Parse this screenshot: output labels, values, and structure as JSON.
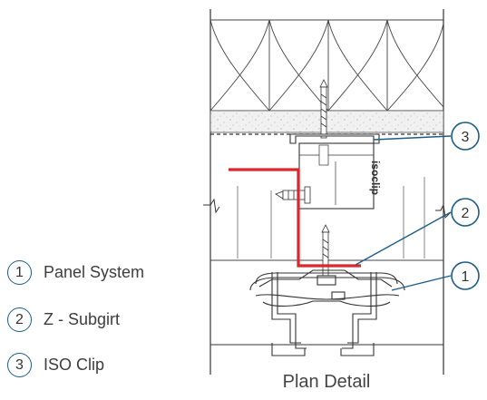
{
  "legend": {
    "items": [
      {
        "number": "1",
        "label": "Panel System"
      },
      {
        "number": "2",
        "label": "Z - Subgirt"
      },
      {
        "number": "3",
        "label": "ISO Clip"
      }
    ]
  },
  "callouts": [
    "3",
    "2",
    "1"
  ],
  "clip_brand_text": "isoclip",
  "caption": "Plan Detail",
  "colors": {
    "z_subgirt": "#e0242a",
    "callout_stroke": "#1d5c86",
    "line_work": "#333333",
    "insulation_fill": "#f0f0f0"
  }
}
